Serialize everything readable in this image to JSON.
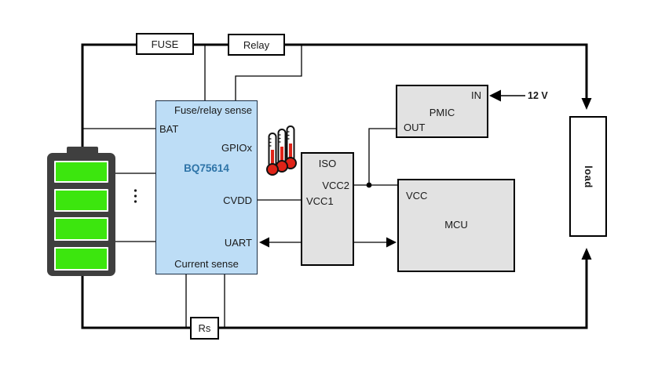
{
  "diagram": {
    "description": "Battery management system block diagram"
  },
  "colors": {
    "bms_fill": "#bdddf6",
    "bms_part_text": "#2e74a8",
    "block_fill": "#e2e2e2",
    "wire": "#000000",
    "battery_body": "#3f3f3f",
    "battery_cell_green": "#3ce60e",
    "thermometer_red": "#df2318"
  },
  "blocks": {
    "fuse": {
      "label": "FUSE"
    },
    "relay": {
      "label": "Relay"
    },
    "bms": {
      "part_number": "BQ75614",
      "pins": {
        "fuse_relay_sense": "Fuse/relay sense",
        "bat": "BAT",
        "gpiox": "GPIOx",
        "cvdd": "CVDD",
        "uart": "UART",
        "current_sense": "Current sense"
      }
    },
    "iso": {
      "label": "ISO",
      "pins": {
        "vcc2": "VCC2",
        "vcc1": "VCC1"
      }
    },
    "pmic": {
      "label": "PMIC",
      "pins": {
        "in": "IN",
        "out": "OUT"
      }
    },
    "mcu": {
      "label": "MCU",
      "pins": {
        "vcc": "VCC"
      }
    },
    "load": {
      "label": "load"
    },
    "shunt": {
      "label": "Rs"
    },
    "supply": {
      "label": "12 V"
    }
  },
  "battery": {
    "visible_cell_count": 4
  }
}
